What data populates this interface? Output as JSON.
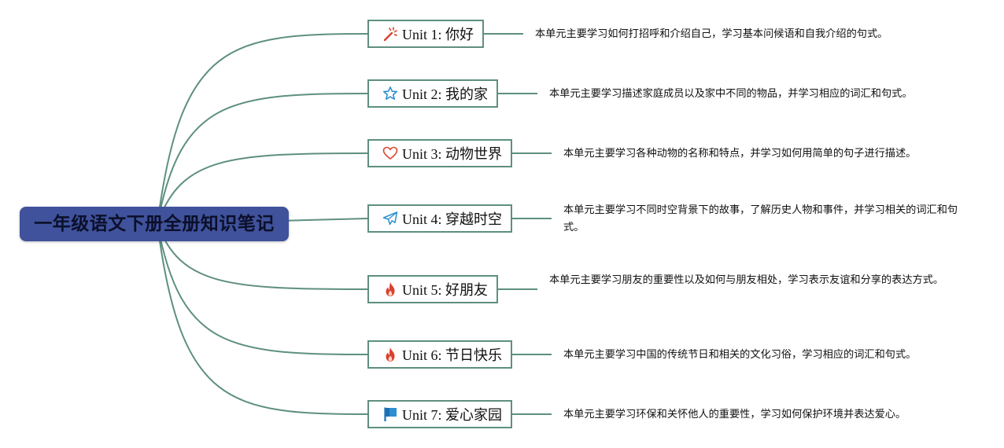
{
  "mindmap": {
    "root": {
      "title": "一年级语文下册全册知识笔记"
    },
    "units": [
      {
        "label": "Unit 1: 你好",
        "icon": "magic-wand-icon",
        "description": "本单元主要学习如何打招呼和介绍自己，学习基本问候语和自我介绍的句式。"
      },
      {
        "label": "Unit 2: 我的家",
        "icon": "star-icon",
        "description": "本单元主要学习描述家庭成员以及家中不同的物品，并学习相应的词汇和句式。"
      },
      {
        "label": "Unit 3: 动物世界",
        "icon": "heart-icon",
        "description": "本单元主要学习各种动物的名称和特点，并学习如何用简单的句子进行描述。"
      },
      {
        "label": "Unit 4: 穿越时空",
        "icon": "paper-plane-icon",
        "description": "本单元主要学习不同时空背景下的故事，了解历史人物和事件，并学习相关的词汇和句式。"
      },
      {
        "label": "Unit 5: 好朋友",
        "icon": "fire-icon",
        "description": "本单元主要学习朋友的重要性以及如何与朋友相处，学习表示友谊和分享的表达方式。"
      },
      {
        "label": "Unit 6: 节日快乐",
        "icon": "fire-icon",
        "description": "本单元主要学习中国的传统节日和相关的文化习俗，学习相应的词汇和句式。"
      },
      {
        "label": "Unit 7: 爱心家园",
        "icon": "flag-icon",
        "description": "本单元主要学习环保和关怀他人的重要性，学习如何保护环境并表达爱心。"
      }
    ]
  },
  "colors": {
    "root_bg": "#3f529b",
    "branch_line": "#5e8f80",
    "box_border": "#5e8f80",
    "icon_red": "#d9422e",
    "icon_blue": "#2e8fd0"
  }
}
